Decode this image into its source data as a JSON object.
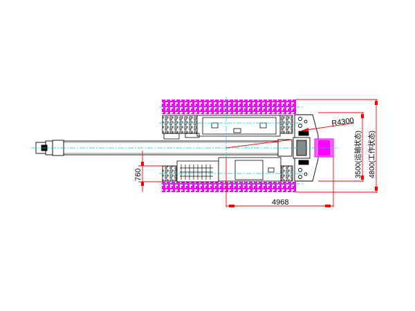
{
  "drawing": {
    "dimensions": {
      "radius": "R4300",
      "transport_width": "3500(运输状态)",
      "working_width": "4800(工作状态)",
      "track_offset": "760",
      "length": "4968"
    },
    "colors": {
      "dimension": "#ff0000",
      "track_extended": "#ff00ff",
      "centerline": "#00c8e0",
      "outline": "#000000"
    }
  }
}
